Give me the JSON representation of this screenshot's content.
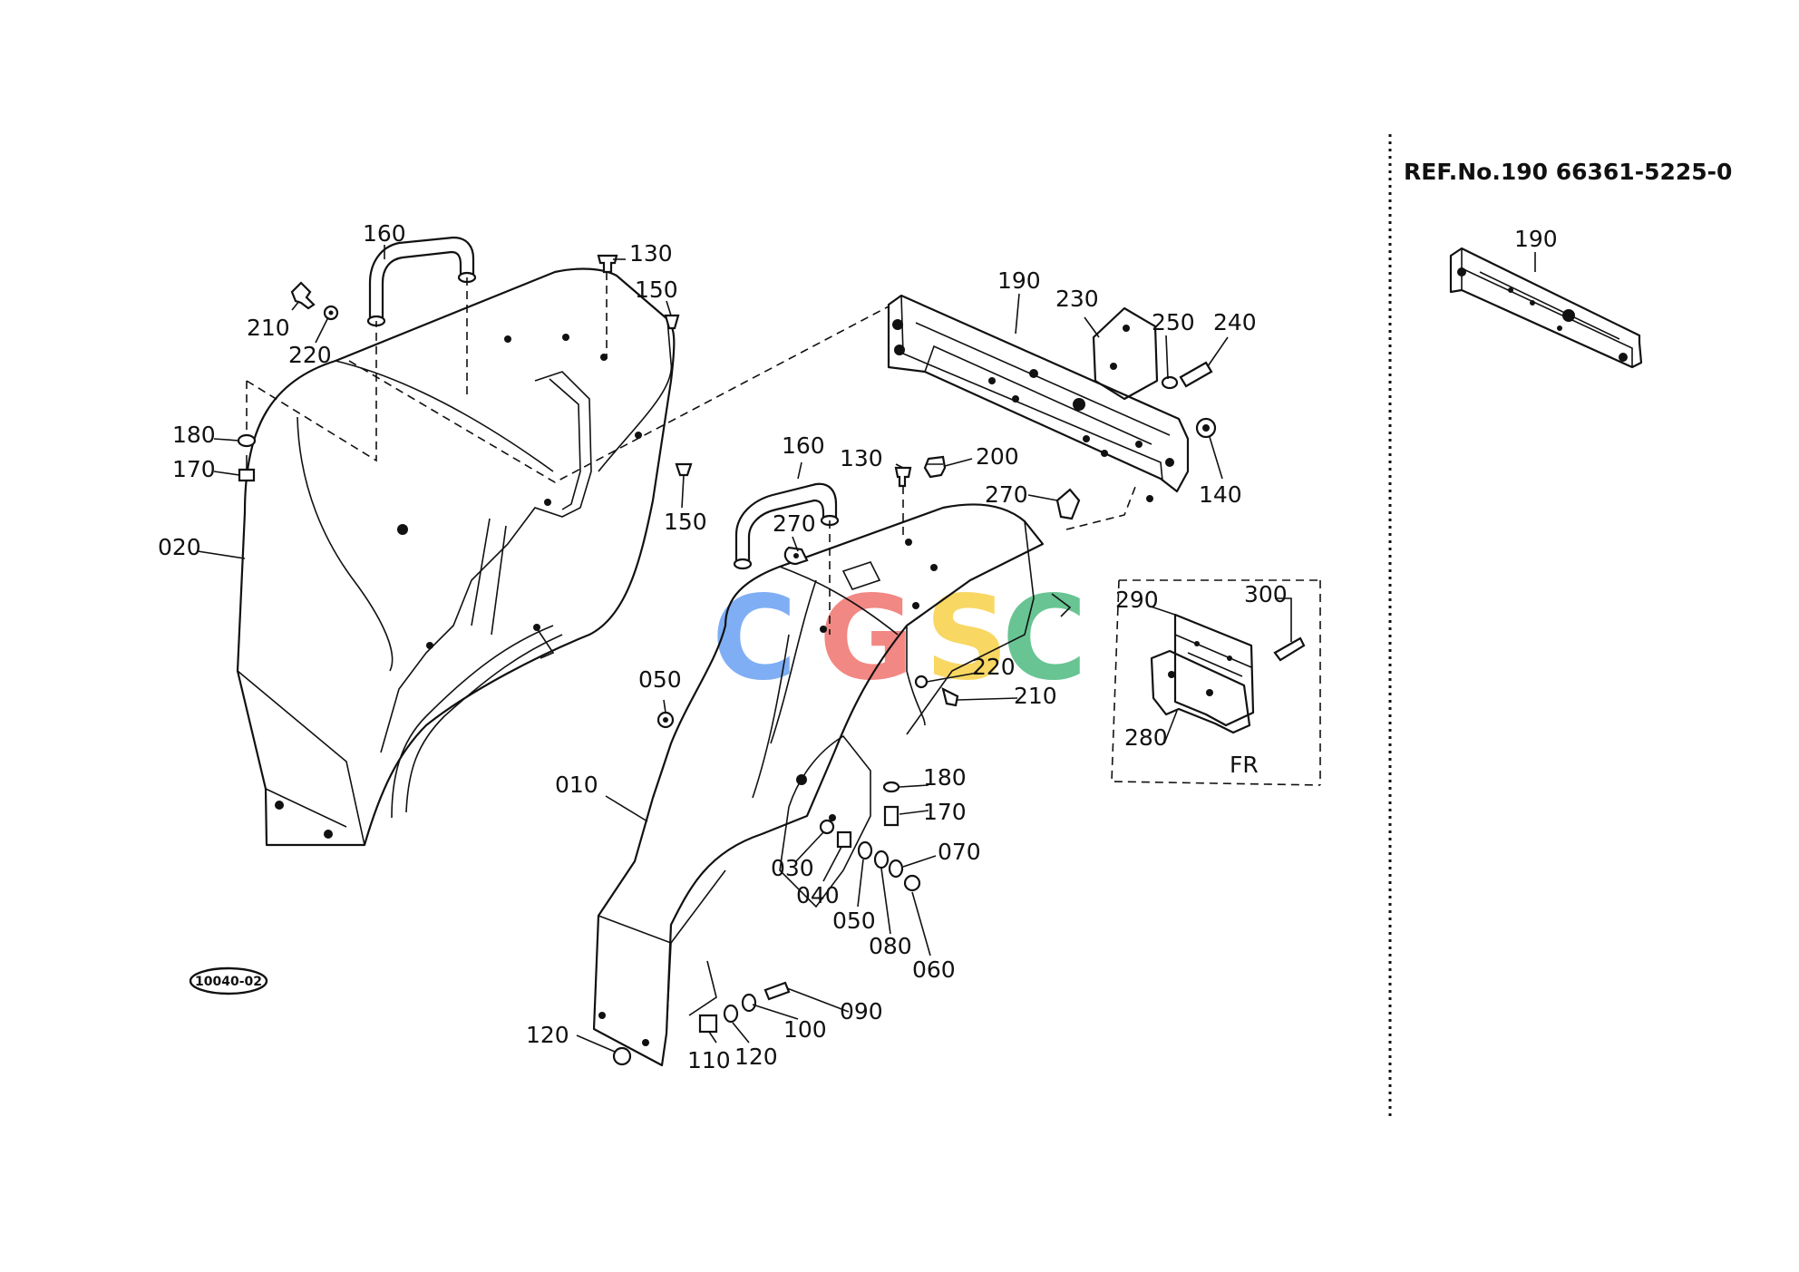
{
  "reference": {
    "text": "REF.No.190   66361-5225-0",
    "detail_label": "190"
  },
  "figure_tag": "10040-02",
  "watermark": {
    "letters": [
      "C",
      "G",
      "S",
      "C"
    ],
    "colors": [
      "#4f8ff0",
      "#ee5b54",
      "#f6c928",
      "#2fae6a"
    ]
  },
  "direction_label": "FR",
  "labels": {
    "l160a": "160",
    "l130a": "130",
    "l150a": "150",
    "l210a": "210",
    "l220a": "220",
    "l180a": "180",
    "l170a": "170",
    "l020": "020",
    "l150b": "150",
    "l160b": "160",
    "l270a": "270",
    "l130b": "130",
    "l200": "200",
    "l190": "190",
    "l230": "230",
    "l250": "250",
    "l240": "240",
    "l140": "140",
    "l270b": "270",
    "l290": "290",
    "l300": "300",
    "l280": "280",
    "l050a": "050",
    "l220b": "220",
    "l210b": "210",
    "l180b": "180",
    "l170b": "170",
    "l010": "010",
    "l030": "030",
    "l040": "040",
    "l050b": "050",
    "l070": "070",
    "l080": "080",
    "l060": "060",
    "l090": "090",
    "l100": "100",
    "l110": "110",
    "l120a": "120",
    "l120b": "120"
  }
}
